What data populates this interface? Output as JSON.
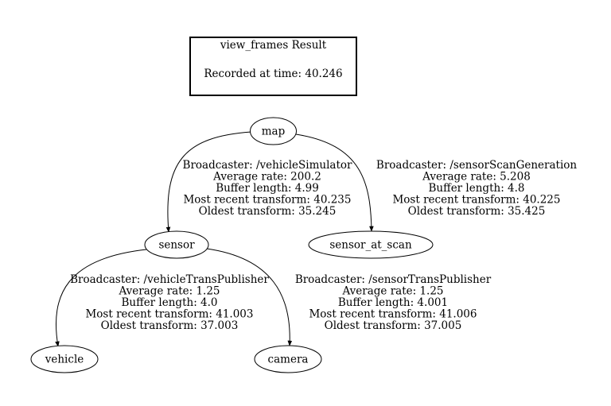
{
  "header": {
    "title": "view_frames Result",
    "recorded": "Recorded at time: 40.246"
  },
  "nodes": {
    "map": "map",
    "sensor": "sensor",
    "sensor_at_scan": "sensor_at_scan",
    "vehicle": "vehicle",
    "camera": "camera"
  },
  "edges": {
    "map_sensor": [
      "Broadcaster: /vehicleSimulator",
      "Average rate: 200.2",
      "Buffer length: 4.99",
      "Most recent transform: 40.235",
      "Oldest transform: 35.245"
    ],
    "map_sensor_at_scan": [
      "Broadcaster: /sensorScanGeneration",
      "Average rate: 5.208",
      "Buffer length: 4.8",
      "Most recent transform: 40.225",
      "Oldest transform: 35.425"
    ],
    "sensor_vehicle": [
      "Broadcaster: /vehicleTransPublisher",
      "Average rate: 1.25",
      "Buffer length: 4.0",
      "Most recent transform: 41.003",
      "Oldest transform: 37.003"
    ],
    "sensor_camera": [
      "Broadcaster: /sensorTransPublisher",
      "Average rate: 1.25",
      "Buffer length: 4.001",
      "Most recent transform: 41.006",
      "Oldest transform: 37.005"
    ]
  }
}
